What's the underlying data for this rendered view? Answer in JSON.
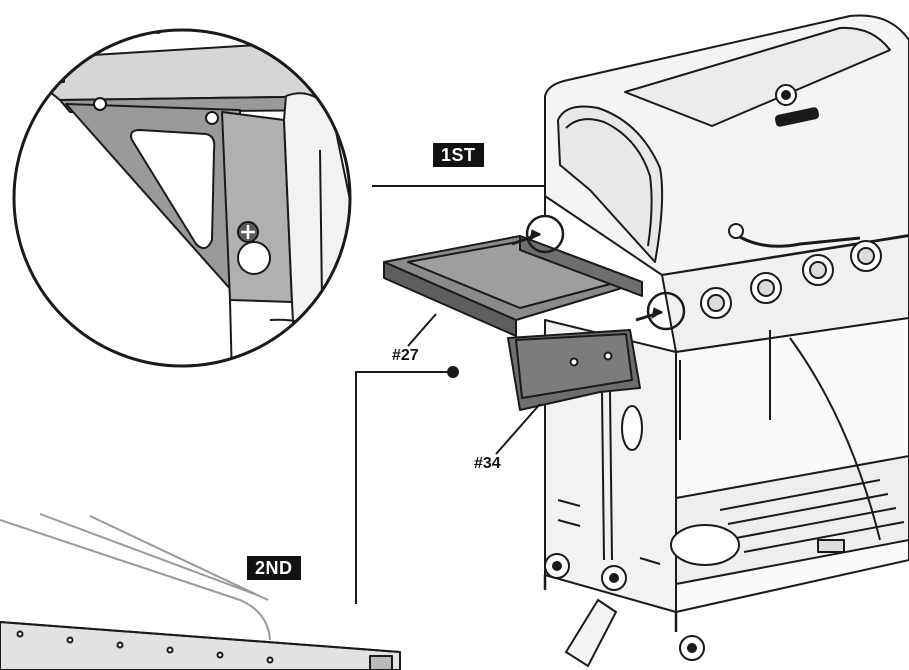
{
  "steps": {
    "first": "1ST",
    "second": "2ND"
  },
  "parts": {
    "side_shelf": "#27",
    "shelf_bracket": "#34"
  },
  "colors": {
    "line": "#1a1a1a",
    "shelf_fill": "#6e6e6e",
    "shelf_top": "#8a8a8a",
    "badge": "#111111",
    "grill_fill": "#f4f4f4"
  }
}
